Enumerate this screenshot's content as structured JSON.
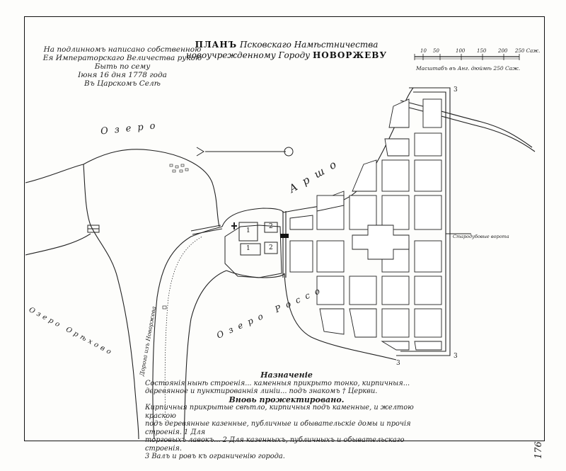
{
  "title": {
    "line1_a": "ПЛАНЪ",
    "line1_b": "Псковскаго Намѣстничества",
    "line2_a": "новоучрежденному Городу",
    "line2_b": "НОВОРЖЕВУ"
  },
  "approval_note": [
    "На подлинномъ написано собственною",
    "Ея Императорскаго Величества рукою",
    "Быть по сему",
    "Iюня 16 дня 1778 года",
    "Въ Царскомъ Селѣ"
  ],
  "scale": {
    "ticks": [
      "10",
      "50",
      "100",
      "150",
      "200",
      "250 Саж."
    ],
    "caption": "Масштабъ въ Анг. дюймѣ 250 Саж."
  },
  "lakes": {
    "ozero": "Озеро",
    "arsho": "Аршо",
    "orekhovo": "Озеро Орѣхово",
    "rosso": "Озеро Россо"
  },
  "road_label": "Дорога изъ Новоржева",
  "gate_label": "Стародубовые ворота",
  "corner_numbers": [
    "3",
    "3",
    "3"
  ],
  "church_numbers": [
    "1",
    "2",
    "2",
    "1"
  ],
  "legend": {
    "heading1": "Назначеніе",
    "text1": "Состоянія нынѣ строенія... каменныя прикрыто тонко, кирпичныя... деревянное и пунктированнія линіи... подъ знакомъ † Церкви.",
    "heading2": "Вновь прожектировано.",
    "text2_line1": "Кирпичныя прикрытые свѣтло, кирпичныя подъ каменные, и желтою краскою",
    "text2_line2": "подъ деревянные казенные, публичные и обывательскіе домы и прочія строенія. 1 Для",
    "text2_line3": "торговыхъ лавокъ... 2 Для казенныхъ, публичныхъ и обывательскаго строенія.",
    "text2_line4": "3 Валъ и ровъ къ ограниченію города."
  },
  "page_number": "176",
  "colors": {
    "ink": "#1a1a1a",
    "paper": "#fdfdfb"
  }
}
